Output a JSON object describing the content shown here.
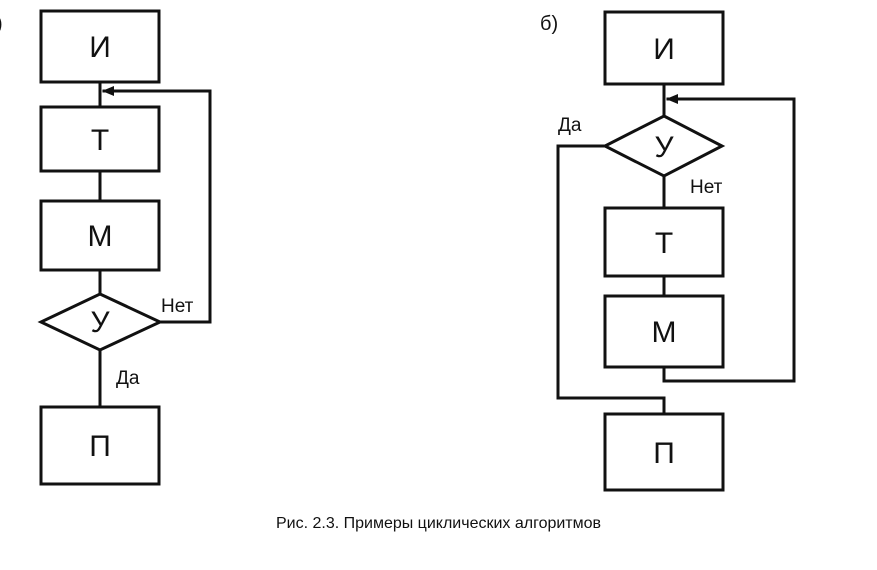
{
  "diagram_a": {
    "panel_label": ")",
    "nodes": {
      "i": "И",
      "t": "Т",
      "m": "М",
      "u": "У",
      "p": "П"
    },
    "edge_labels": {
      "no": "Нет",
      "yes": "Да"
    }
  },
  "diagram_b": {
    "panel_label": "б)",
    "nodes": {
      "i": "И",
      "u": "У",
      "t": "Т",
      "m": "М",
      "p": "П"
    },
    "edge_labels": {
      "yes": "Да",
      "no": "Нет"
    }
  },
  "caption": "Рис. 2.3. Примеры циклических алгоритмов",
  "colors": {
    "ink": "#111111",
    "background": "#ffffff"
  }
}
